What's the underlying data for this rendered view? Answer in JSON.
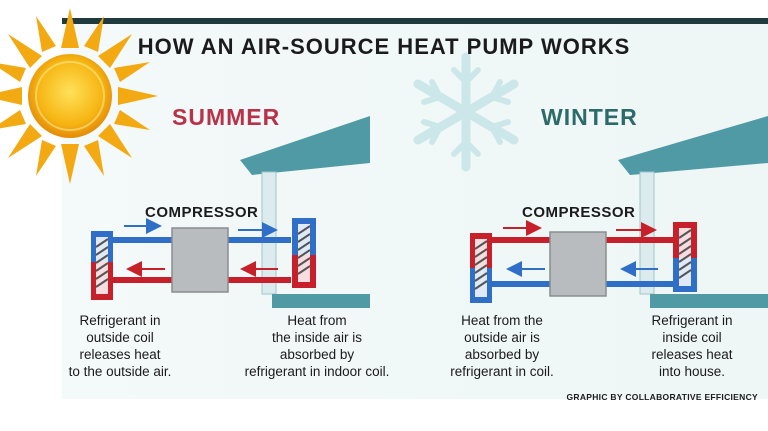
{
  "title": "HOW AN AIR-SOURCE HEAT PUMP WORKS",
  "summer": {
    "label": "SUMMER",
    "compressor_label": "COMPRESSOR",
    "outdoor_caption": "Refrigerant in\noutside coil\nreleases heat\nto the outside air.",
    "indoor_caption": "Heat from\nthe inside air is\nabsorbed by\nrefrigerant in indoor coil."
  },
  "winter": {
    "label": "WINTER",
    "compressor_label": "COMPRESSOR",
    "outdoor_caption": "Heat from the\noutside air is\nabsorbed by\nrefrigerant in coil.",
    "indoor_caption": "Refrigerant in\ninside coil\nreleases heat\ninto house."
  },
  "credit": "GRAPHIC BY COLLABORATIVE EFFICIENCY",
  "colors": {
    "hot_red": "#c8202a",
    "cool_blue": "#2f6fc8",
    "house": "#4f9aa4",
    "compressor": "#b9bcbe"
  }
}
